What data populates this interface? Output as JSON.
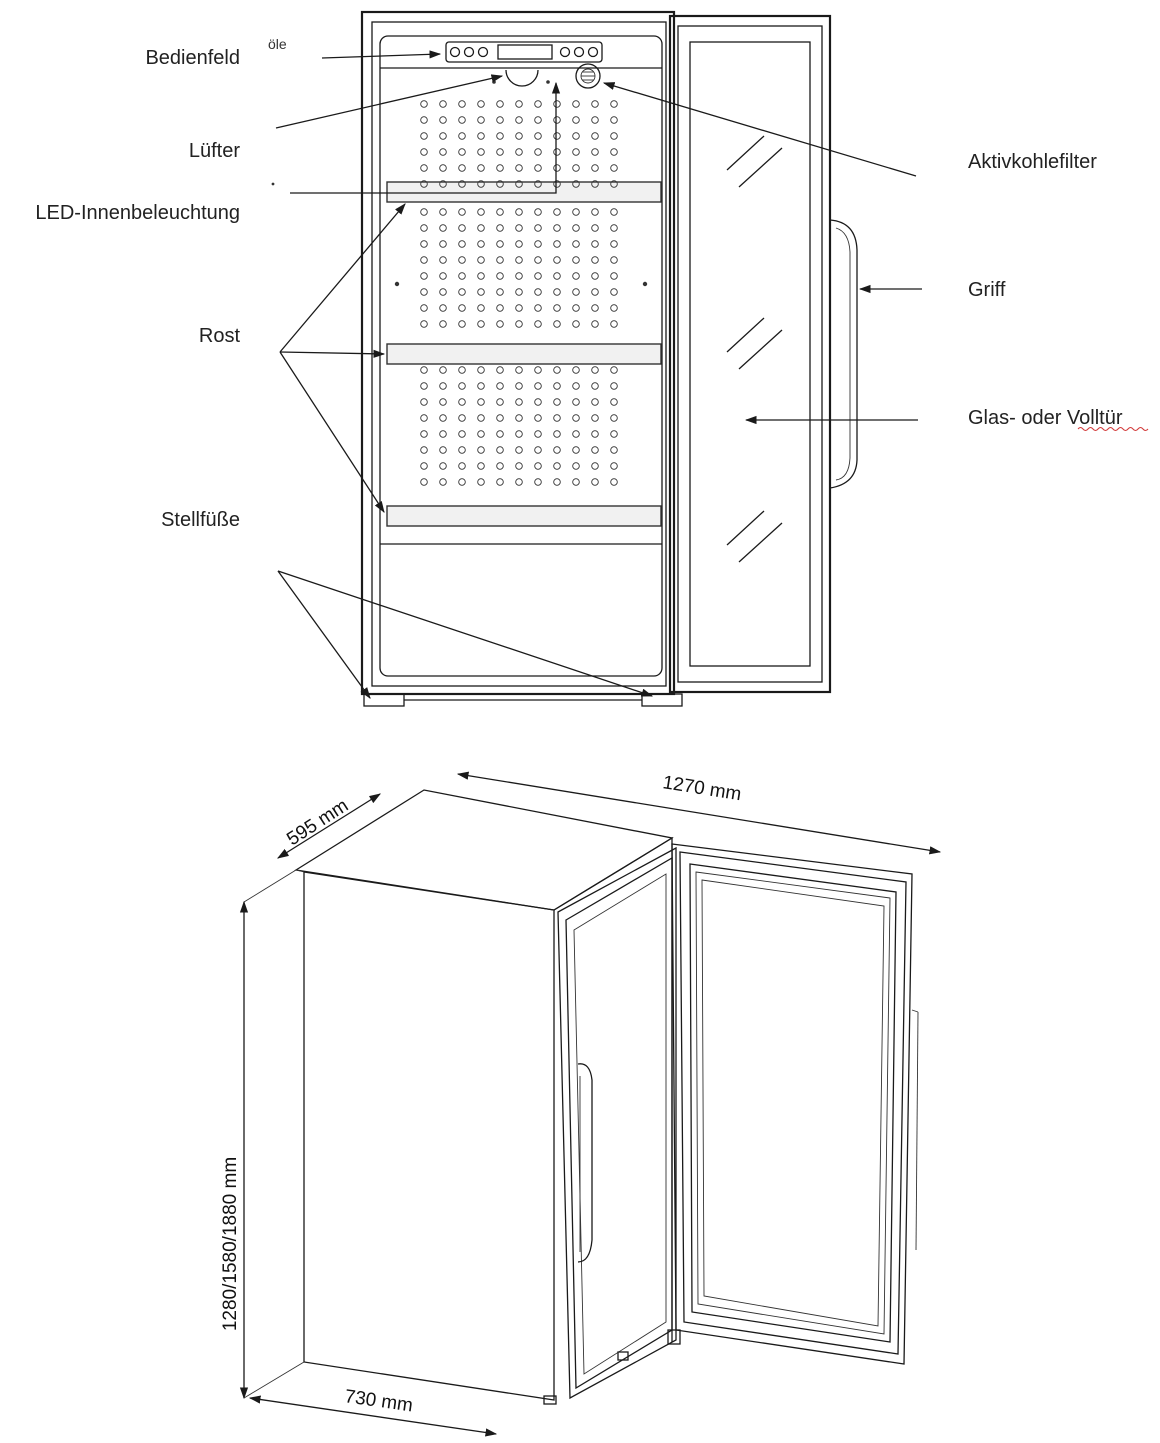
{
  "labels": {
    "bedienfeld": "Bedienfeld",
    "luefter": "Lüfter",
    "led": "LED-Innenbeleuchtung",
    "rost": "Rost",
    "stellfuesse": "Stellfüße",
    "aktivkohlefilter": "Aktivkohlefilter",
    "griff": "Griff",
    "tuer": "Glas- oder Volltür",
    "brand_fragment": "öle"
  },
  "dimensions": {
    "width_open": "1270 mm",
    "depth": "595 mm",
    "height": "1280/1580/1880 mm",
    "width": "730 mm"
  },
  "colors": {
    "line": "#1a1a1a",
    "shelf_fill": "#f1f1f1",
    "spellcheck": "#d23a3a"
  }
}
